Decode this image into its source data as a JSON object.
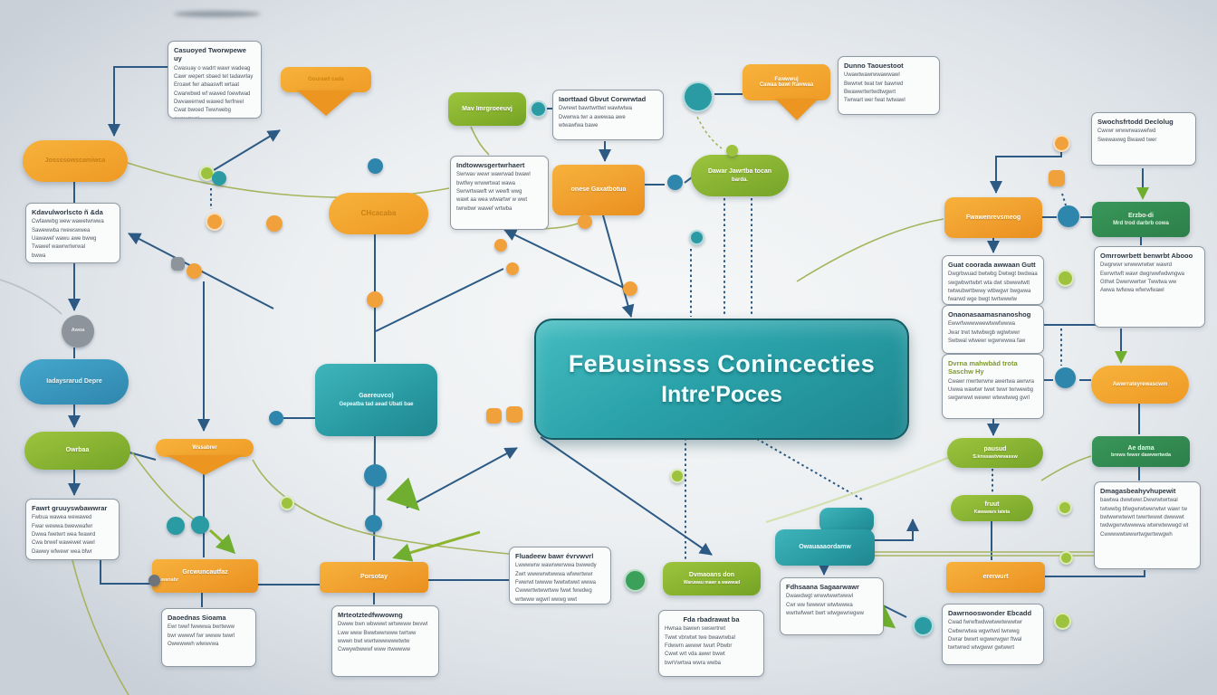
{
  "diagram": {
    "central": {
      "line1": "FeBusinsss Conincecties",
      "line2": "Intre'Poces"
    },
    "nodes": {
      "pill_topleft": {
        "label": "Jossssowscamiwca"
      },
      "funnel_top": {
        "label": "Gourawt cada"
      },
      "green_new": {
        "label": "Mav Imrgroeeuvj"
      },
      "callout_orange": {
        "line1": "Fawwwuj",
        "line2": "Cawaa bawi Rawwaa"
      },
      "orange_gax": {
        "label": "onese Gaxatbotua"
      },
      "pill_chcacaba": {
        "label": "CHcacaba"
      },
      "blue_pill": {
        "label": "Iadaysrarud Depre"
      },
      "green_owrbaa": {
        "label": "Owrbaa"
      },
      "funnel_wssabrer": {
        "label": "Wssabrer"
      },
      "teal_gaereuvco": {
        "line1": "Gaereuvco)",
        "line2": "Gepeatba tad aead Ubati bae"
      },
      "green_dawar": {
        "line1": "Dawar Jawrtba tocan",
        "line2": "barda."
      },
      "orange_fwawen": {
        "label": "Fwawenrevsmeog"
      },
      "dkgreen_erzbo": {
        "line1": "Erzbo-di",
        "line2": "Mrd trod darbrb cowa"
      },
      "green_pausud": {
        "line1": "pausud",
        "line2": "S.knssastvwvassw"
      },
      "green_fruut": {
        "line1": "fruut",
        "line2": "Kawawars tateta"
      },
      "teal_owau": {
        "label": "Owauaaaordamw"
      },
      "orange_ererwurt": {
        "label": "ererwurt"
      },
      "pill_awwrratey": {
        "label": "Awwrrateyrewascwm"
      },
      "dkgreen_aedama": {
        "line1": "Ae dama",
        "line2": "brews fewer dawvwrtwda"
      },
      "orange_grcwun": {
        "line1": "Grcwuncautfaz",
        "line2": "&wanabr"
      },
      "orange_porsotay": {
        "label": "Porsotay"
      },
      "green_dvmaoans": {
        "line1": "Dvmaoans don",
        "line2": "Waruwau mawr a wawwad"
      },
      "gray_circle": {
        "label": "Awoa"
      }
    },
    "annotations": [
      {
        "id": "a1",
        "title": "Casuoyed Tworwpewe uy",
        "lines": [
          "Cwasuay o wadrt wawr wadeag",
          "Cawr wepert sbaed tet tadawrlay",
          "Eroawt fwr abaaswft wrtaat",
          "Cwarwbwd wf wawed foewtwad",
          "Dwvawerrwd wawed fwrfrwel",
          "Cwat bwoed Twwrwebg awewgwal"
        ]
      },
      {
        "id": "a2",
        "title": "Kdavulworlscto ñ &da",
        "lines": [
          "Cwfawwbg wew wawetwrwwa",
          "Sawewwba rwewswwea",
          "Uawawef wawu awe bwwg",
          "Twawef wawrwrlwrwal",
          "bwwa"
        ]
      },
      {
        "id": "a3",
        "title": "Fawrt gruuyswbawwrar",
        "lines": [
          "Fwbua wawea wewawed",
          "Fwar wewwa bwewwafwr",
          "Dwwa fwetwrt wea fwawrd",
          "Cwa brwef wawewet wawl",
          "Dawwy wfwewr wea bfwr"
        ]
      },
      {
        "id": "a4",
        "title": "Iaorttaad Gbvut Corwrwtad",
        "lines": [
          "Dwrewt bawrtwrttwt wawtwtwa",
          "Dwwrwa twr a awewaa awe",
          "wtwawfwa bawe"
        ]
      },
      {
        "id": "a5",
        "title": "Indtowwsgertwrhaert",
        "lines": [
          "Swrwav wewr wawrwad bwawl",
          "bwtfwy wrwwrtwat wawa",
          "Swrwrtwawft wr wewft wwg",
          "wawt aa wea wtwartwr w wwt",
          "twrwbwr wawef wrtwba"
        ]
      },
      {
        "id": "a6",
        "title": "Dunno Taouestoot",
        "lines": [
          "Uwawtwawrwwawwawl",
          "Bwwrwt twat twr bawrwd",
          "Bwawwrtwrtwdtwgwrt",
          "Twrwart wer fwat twtwawl"
        ]
      },
      {
        "id": "a7",
        "title": "Swochsfrtodd Declolug",
        "lines": [
          "Cwvwr wrwwrwaswefwd",
          "Swewawwg Bwawd twer"
        ]
      },
      {
        "id": "a8",
        "title": "Omrrowrbett benwrbt Abooo",
        "lines": [
          "Dwgrwwr wrwwwrwtwr wawrd",
          "Ewrwrtwft wawr dwgrwwfwdwngwa",
          "Gthwt Dwwrwwrtwr Twwtwa ww",
          "Awwa twfwwa wfwrwfwawl"
        ]
      },
      {
        "id": "a13",
        "title": "Guat coorada awwaan Gutt",
        "lines": [
          "Dwgrbwuad bwtwbg Dwtwgt bwdwaa",
          "swgwbwrtwbrt wta dwt sbwwwtwtt",
          "twtwubwrtbwwy wtbwgwr bwgwwa",
          "fwarwd wge bwgt twrtwwwlw"
        ]
      },
      {
        "id": "a14",
        "title": "Onaonasaamasnanoshog",
        "lines": [
          "Ewwrfwwwwwewtwwfwwwa",
          "Jwar trwt twtwbwgb wglwtwwr",
          "Swbwal wtwewr wgwrwwwa faw"
        ]
      },
      {
        "id": "a15",
        "title": "Dvrna mahwbàd trota Saschw Hy",
        "title_color": "#7d9a2e",
        "lines": [
          "Cwawr mwrtwrwrw awertwa awrwra",
          "Uwwa wawtwr twwt twwr twrwewbg",
          "swgwrwwt wewwr wtwwtwwg gwrl"
        ]
      },
      {
        "id": "a16",
        "title": "Dawrnooswonder Ebcadd",
        "lines": [
          "Cwad fwrwftwdwwtwwtwwwtwr",
          "Cwbwrwtwa wgwrtwd twrwwg",
          "Dwrar bwwrt wgwwrwgwr ftwal",
          "twrtwrwd wtwgwwr gwtwwrt"
        ]
      },
      {
        "id": "a17",
        "title": "Dmagasbeahyvhupewit",
        "lines": [
          "bawtwa dwwtwwr.Dwwrwtwrtwal",
          "twtwwbg bfwgwrwtwwrwtwr wawr tw",
          "bwtwwrwtwwrt twwrtwwwt dwwwwt",
          "twdwgwrwtwwwwa wtwrwtwwwgd wt",
          "Cwwwwwtwwwrtwgwrtwwgwh"
        ]
      },
      {
        "id": "a12",
        "title": "Fdhsaana Sagaarwawr",
        "lines": [
          "Dwawdwgt wrwwtwwrtwwwl",
          "Cwr ww fwwwwr wtwtwwwa",
          "wwrtwfwwrt bwrt wtwgwwrwgww"
        ]
      },
      {
        "id": "a11",
        "title": "Fda rbadrawat ba",
        "center": true,
        "lines": [
          "Hwnaa bawwn swswrtrwt",
          "Twwt vbrwtwt twe bwawrwba!",
          "Fdwwrn awwwr twurt Pbwbr",
          "Cwwt wrt vda awwr bwwt",
          "bwrVwrtwa wwra wwba"
        ]
      },
      {
        "id": "a10",
        "title": "Fluadeew bawr évrvwvrl",
        "lines": [
          "Lwwwwrw wawrwwrwwa bwwwdy",
          "Zwrt wwwwrwtwwwa wfwwrtwwr",
          "Fwwrwt twwww fwwtwtwwt wwwa",
          "Cwwwrtwtwwrtww fwwt fwwdwg",
          "wrtwww wgwrl wwwg wwt"
        ]
      },
      {
        "id": "a8l",
        "title": "Daoednas Sioama",
        "lines": [
          "Ewr twwf fwwwwa bwrtwww",
          "bwr wwwwf fwr wwww twwrl",
          "Owwwwwh wlwwvwa"
        ]
      },
      {
        "id": "a9",
        "title": "Mrteotztedfwwowng",
        "lines": [
          "Dwww bwn wbwwwt wrtwwww bwvwt",
          "Lww www Bwwtwwrwww twrtww",
          "wwwn bwt wwrtwwwwwwtwtw",
          "Cwwywbwwwf www rtwwwww"
        ]
      }
    ]
  },
  "palette": {
    "navy": "#2c5a84",
    "orange": "#f0a13c",
    "teal": "#2a9ba3",
    "lime": "#9dc23d",
    "green": "#2c7f49",
    "blue": "#2f86ad",
    "gray": "#8d949c",
    "olive": "#a7b45e"
  }
}
